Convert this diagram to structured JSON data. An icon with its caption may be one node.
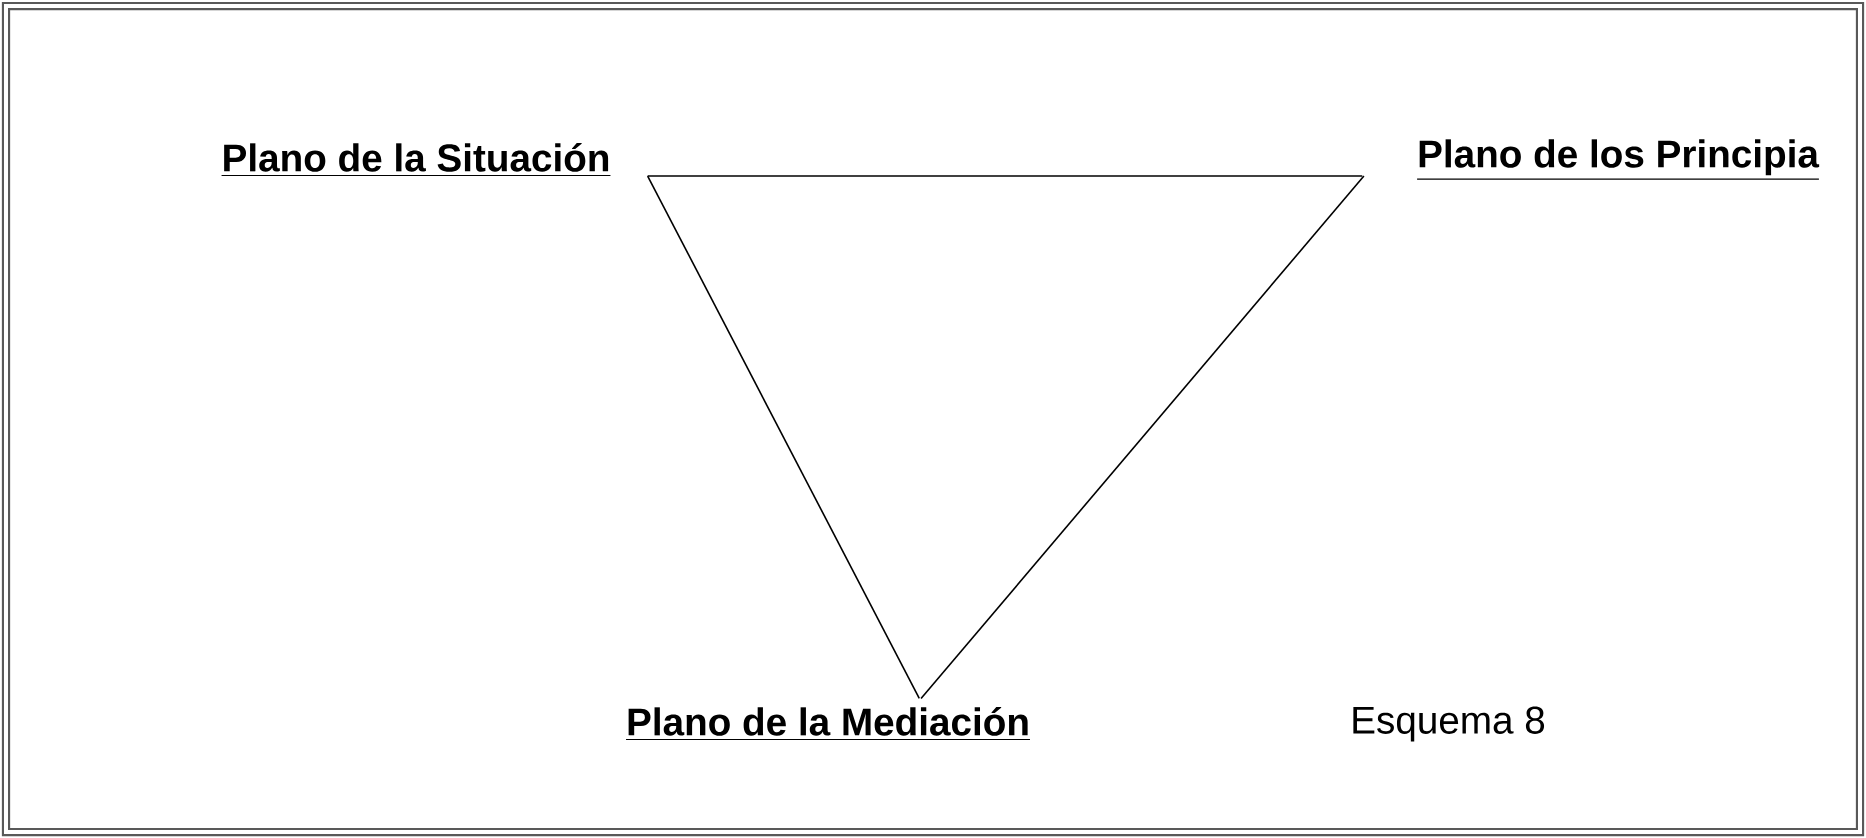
{
  "diagram": {
    "nodes": [
      {
        "text": [
          "Plano de la Situación"
        ]
      },
      {
        "text": [
          "Plano de los Principia"
        ]
      },
      {
        "text": [
          "Plano de la Mediación"
        ]
      }
    ],
    "edges": [
      {
        "from": 0,
        "to": 1,
        "arrow": "none"
      },
      {
        "from": 0,
        "to": 2,
        "arrow": "none"
      },
      {
        "from": 1,
        "to": 2,
        "arrow": "none"
      }
    ],
    "labels": [
      "Esquema 8"
    ]
  }
}
